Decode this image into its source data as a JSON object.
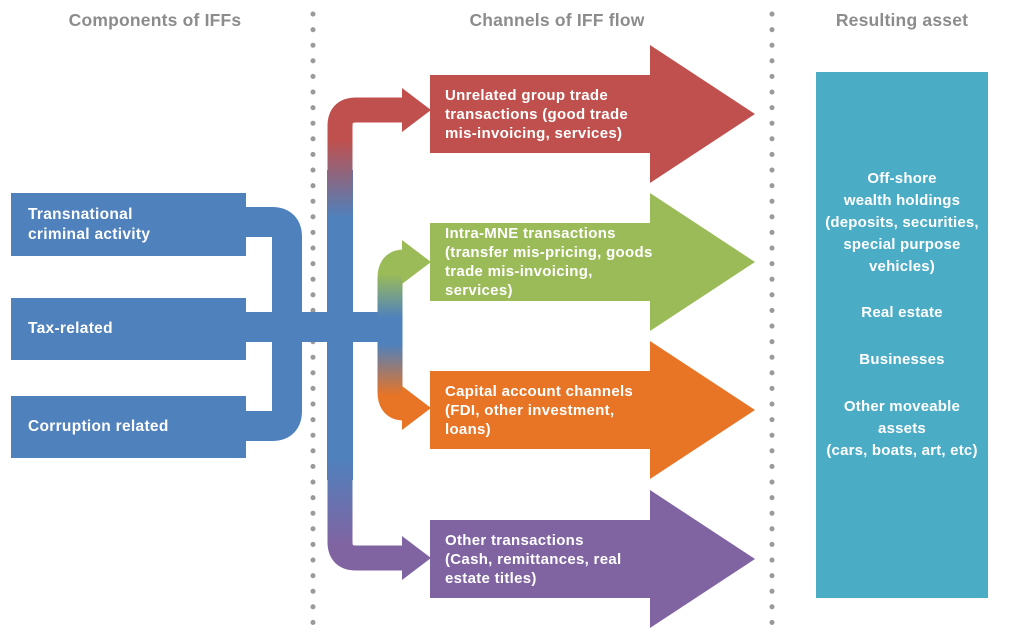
{
  "headers": {
    "left": "Components of IFFs",
    "middle": "Channels of IFF flow",
    "right": "Resulting asset"
  },
  "components": [
    {
      "label": "Transnational\ncriminal activity"
    },
    {
      "label": "Tax-related"
    },
    {
      "label": "Corruption related"
    }
  ],
  "channels": [
    {
      "label": "Unrelated group trade\ntransactions (good trade\nmis-invoicing, services)",
      "color": "#c0504d"
    },
    {
      "label": "Intra-MNE transactions\n(transfer mis-pricing, goods\ntrade mis-invoicing, services)",
      "color": "#9bbb59"
    },
    {
      "label": "Capital account channels\n(FDI, other investment, loans)",
      "color": "#e87425"
    },
    {
      "label": "Other transactions\n(Cash, remittances, real\nestate titles)",
      "color": "#8064a2"
    }
  ],
  "assets": {
    "box_color": "#4bacc6",
    "items": [
      {
        "label": "Off-shore\nwealth holdings\n(deposits, securities,\nspecial purpose\nvehicles)"
      },
      {
        "label": "Real estate"
      },
      {
        "label": "Businesses"
      },
      {
        "label": "Other moveable\nassets\n(cars, boats, art, etc)"
      }
    ]
  },
  "colors": {
    "component_blue": "#4f81bd",
    "header_gray": "#8c8c8c",
    "divider_dot_gray": "#9a9a9a",
    "text_white": "#ffffff"
  }
}
